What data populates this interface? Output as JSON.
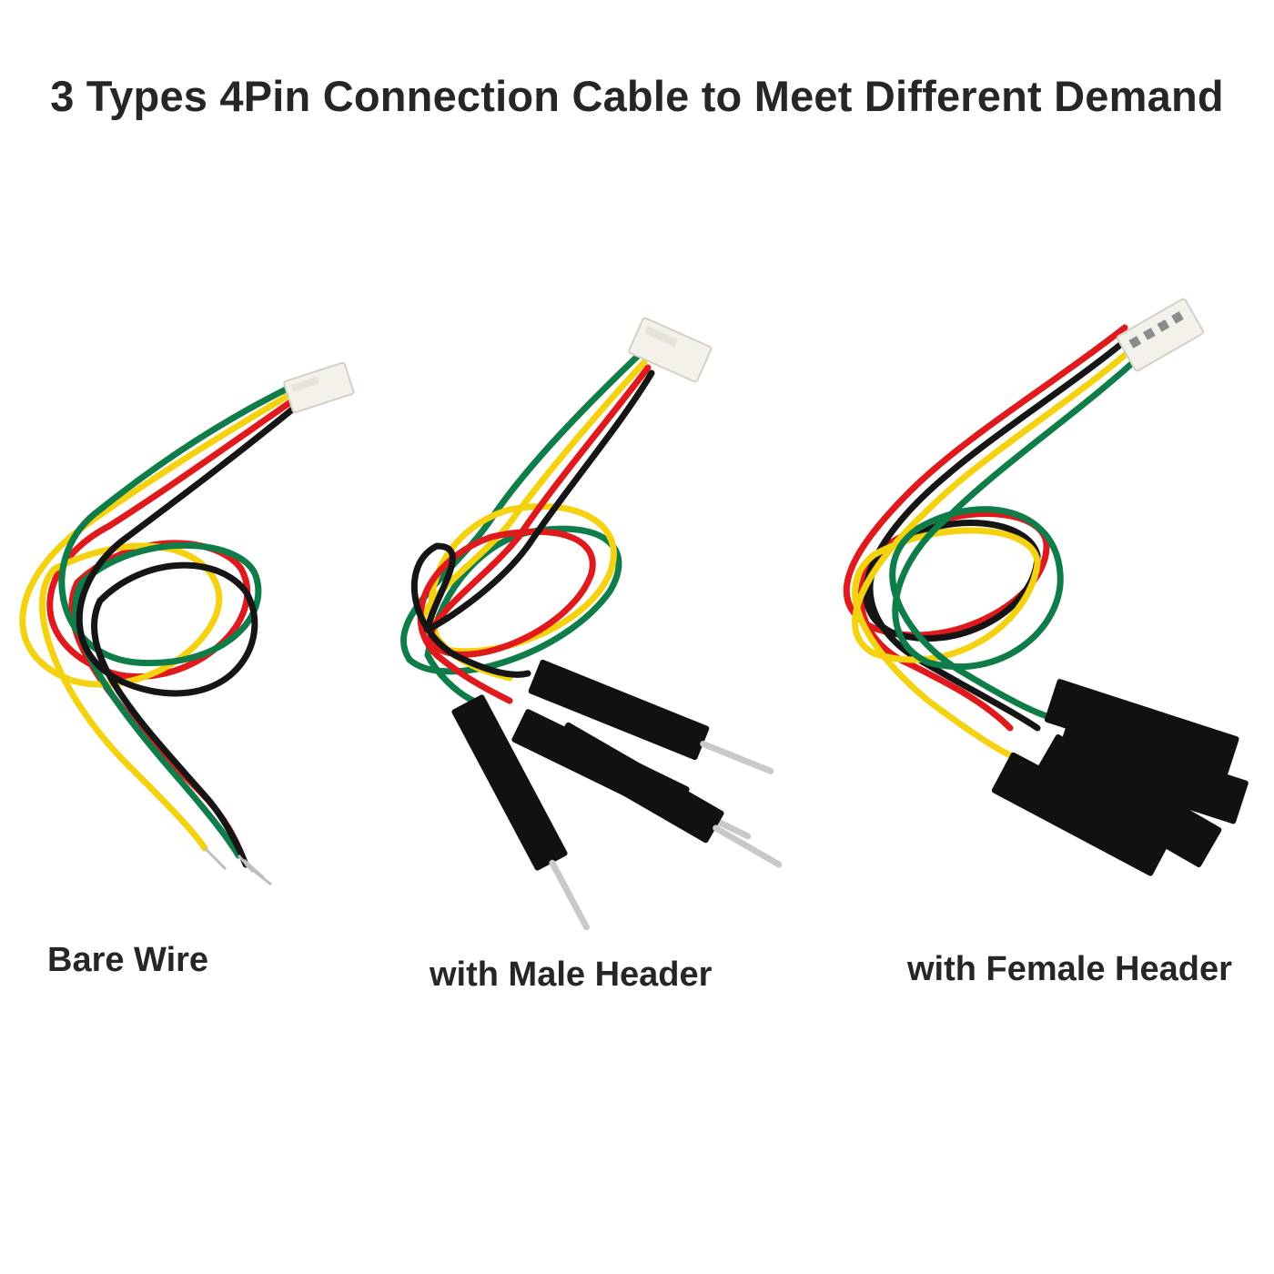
{
  "headline": "3 Types 4Pin Connection Cable to Meet Different Demand",
  "variants": [
    {
      "label": "Bare Wire"
    },
    {
      "label": "with Male Header"
    },
    {
      "label": "with Female Header"
    }
  ],
  "colors": {
    "text": "#262626",
    "background": "#ffffff",
    "wire_red": "#e0191c",
    "wire_yellow": "#f5d20f",
    "wire_green": "#0f7d4a",
    "wire_black": "#151515",
    "housing": "#f3f1ea",
    "header_body": "#111111",
    "pin": "#c9c9c9"
  }
}
